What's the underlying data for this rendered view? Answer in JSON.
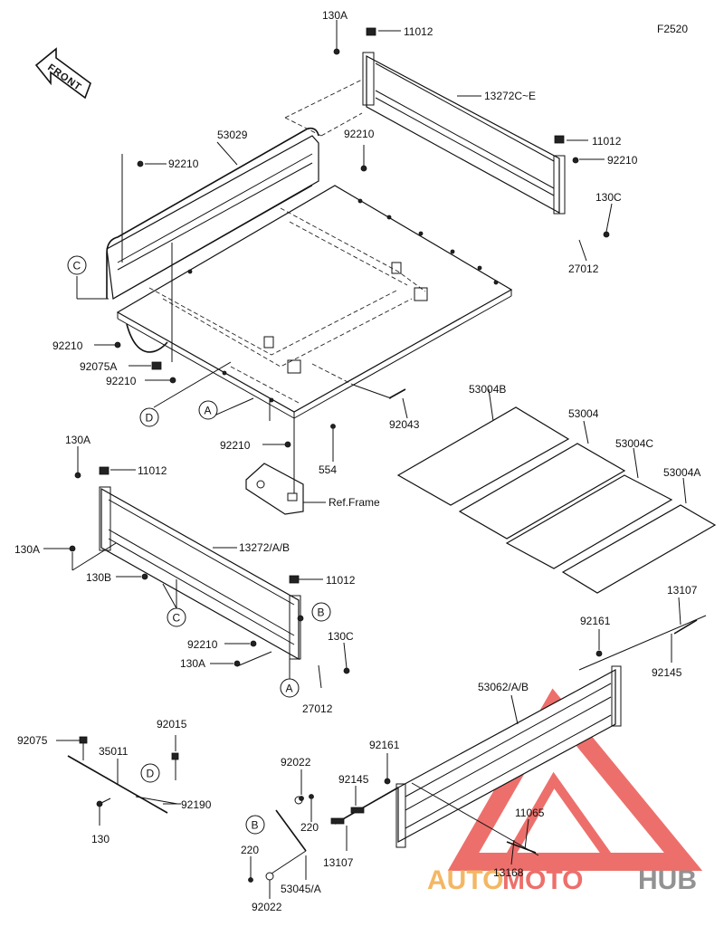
{
  "figure_code": "F2520",
  "front_label": "FRONT",
  "ref_frame": "Ref.Frame",
  "callouts": {
    "a1": "A",
    "a2": "A",
    "b1": "B",
    "b2": "B",
    "c1": "C",
    "c2": "C",
    "d1": "D",
    "d2": "D"
  },
  "part_labels": {
    "p130a_top": "130A",
    "p11012_top": "11012",
    "p13272ce": "13272C~E",
    "p53029": "53029",
    "p92210_a": "92210",
    "p92210_b": "92210",
    "p11012_r": "11012",
    "p92210_r": "92210",
    "p130c_r": "130C",
    "p27012_r": "27012",
    "p92210_c": "92210",
    "p92075a": "92075A",
    "p92210_d": "92210",
    "p92043": "92043",
    "p92210_e": "92210",
    "p554": "554",
    "p53004b": "53004B",
    "p53004": "53004",
    "p53004c": "53004C",
    "p53004a": "53004A",
    "p130a_l": "130A",
    "p11012_l": "11012",
    "p130a_l2": "130A",
    "p13272ab": "13272/A/B",
    "p130b": "130B",
    "p11012_m": "11012",
    "p130c_m": "130C",
    "p92210_f": "92210",
    "p130a_l3": "130A",
    "p27012_m": "27012",
    "p13107_r": "13107",
    "p92161_r": "92161",
    "p92145_r": "92145",
    "p53062ab": "53062/A/B",
    "p92075": "92075",
    "p92015": "92015",
    "p35011": "35011",
    "p92190": "92190",
    "p130": "130",
    "p92022_t": "92022",
    "p92161_m": "92161",
    "p92145_m": "92145",
    "p220_a": "220",
    "p11065": "11065",
    "p220_b": "220",
    "p13107_m": "13107",
    "p13168": "13168",
    "p53045a": "53045/A",
    "p92022_b": "92022"
  },
  "watermark": {
    "text_auto": "AUTO",
    "text_moto": "MOTO",
    "text_hub": "HUB",
    "color_red": "#e8403a",
    "color_orange": "#f0a030",
    "color_gray": "#6e6e6e"
  }
}
